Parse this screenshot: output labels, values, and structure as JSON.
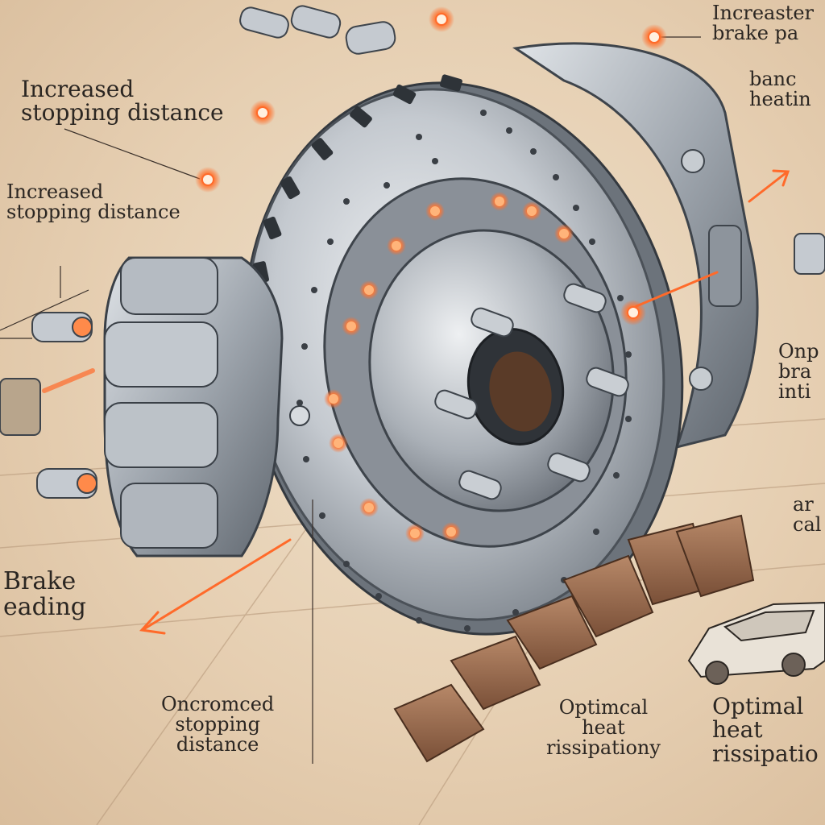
{
  "labels": {
    "left_top": [
      "Increased",
      "stopping distance"
    ],
    "left_mid": [
      "Increased",
      "stopping distance"
    ],
    "left_bottom": [
      "Brake",
      "eading"
    ],
    "bottom_center": [
      "Oncromced",
      "stopping",
      "distance"
    ],
    "bottom_right_a": [
      "Optimcal",
      "heat",
      "rissipationy"
    ],
    "bottom_right_b": [
      "Optimal",
      "heat",
      "rissipatio"
    ],
    "top_right": [
      "Increaster",
      "brake pa"
    ],
    "right_upper": [
      "banc",
      "heatin"
    ],
    "right_mid": [
      "Onp",
      "bra",
      "inti"
    ],
    "right_low": [
      "ar",
      "cal"
    ]
  },
  "colors": {
    "accent_glow": "#ff6a2a",
    "steel_light": "#e8ebef",
    "steel_mid": "#a9b0b8",
    "steel_dark": "#5d646c",
    "pad_brown": "#8a6248",
    "ink": "#2b2622"
  }
}
